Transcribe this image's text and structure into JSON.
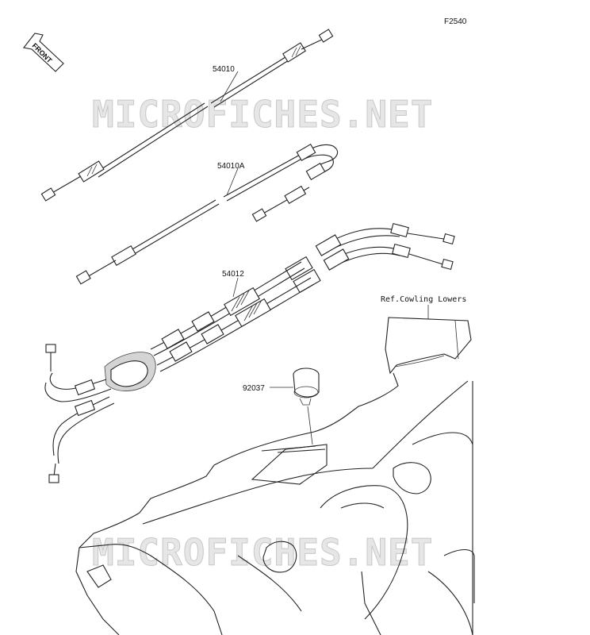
{
  "figure_code": "F2540",
  "front_label": "FRONT",
  "watermark_top": "MICROFICHES.NET",
  "watermark_bottom": "MICROFICHES.NET",
  "callouts": {
    "p54010": "54010",
    "p54010a": "54010A",
    "p54012": "54012",
    "p92037": "92037",
    "ref_cowling": "Ref.Cowling Lowers"
  }
}
